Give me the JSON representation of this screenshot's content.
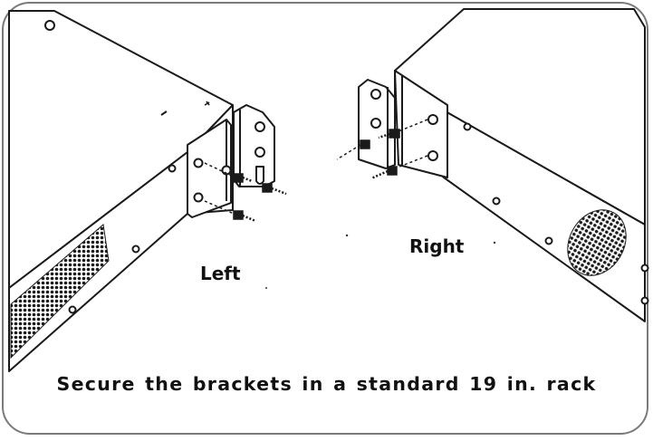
{
  "diagram": {
    "labels": {
      "left": "Left",
      "right": "Right"
    },
    "caption": "Secure the brackets in a standard 19 in. rack"
  },
  "colors": {
    "line": "#1a1a1a",
    "frame": "#7a7a7a",
    "vent": "#1c1c1c",
    "background": "#ffffff"
  }
}
